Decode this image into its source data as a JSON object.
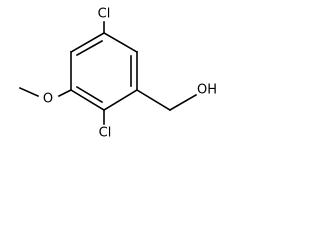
{
  "molecule": {
    "labels": {
      "cl_top": "Cl",
      "cl_bottom": "Cl",
      "methoxy_o": "O",
      "hydroxyl": "OH"
    }
  }
}
